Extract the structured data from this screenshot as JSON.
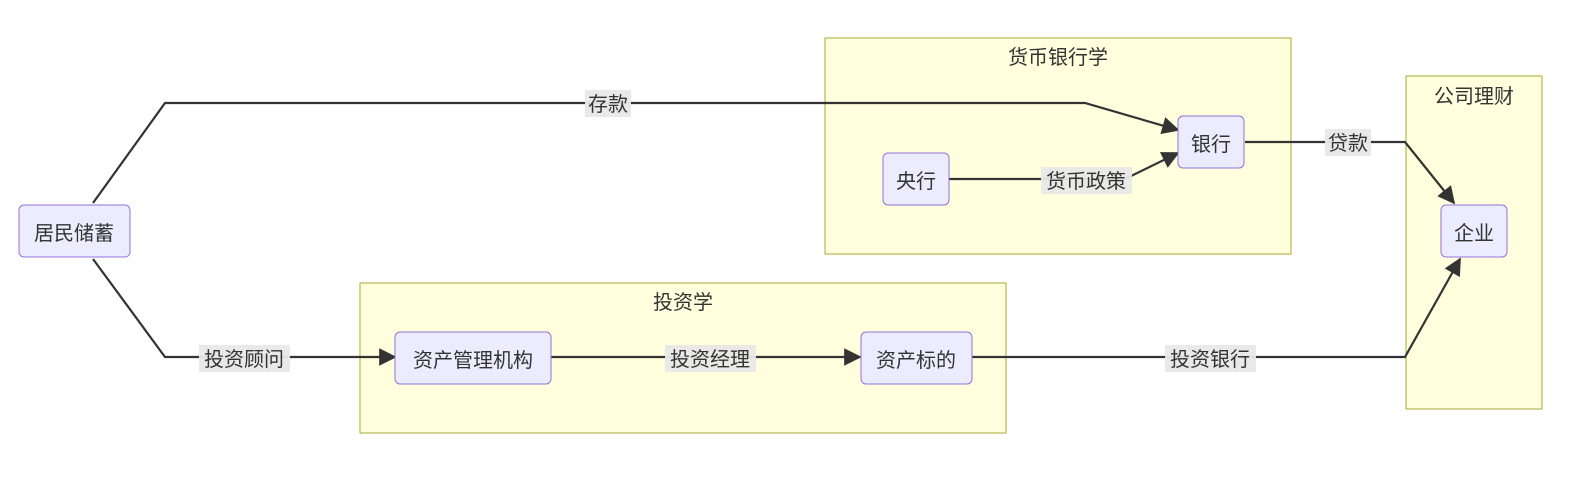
{
  "clusters": {
    "money_banking": "货币银行学",
    "investment": "投资学",
    "corporate_finance": "公司理财"
  },
  "nodes": {
    "household_savings": "居民储蓄",
    "central_bank": "央行",
    "bank": "银行",
    "enterprise": "企业",
    "asset_mgmt": "资产管理机构",
    "asset_target": "资产标的"
  },
  "edges": {
    "deposit": "存款",
    "monetary_policy": "货币政策",
    "loan": "贷款",
    "investment_advisor": "投资顾问",
    "investment_manager": "投资经理",
    "investment_bank": "投资银行"
  },
  "colors": {
    "node_fill": "#ececff",
    "node_stroke": "#9370db",
    "cluster_fill": "#ffffde",
    "cluster_stroke": "#aaaa33",
    "edge": "#333333",
    "edge_label_bg": "#e8e8e8"
  }
}
